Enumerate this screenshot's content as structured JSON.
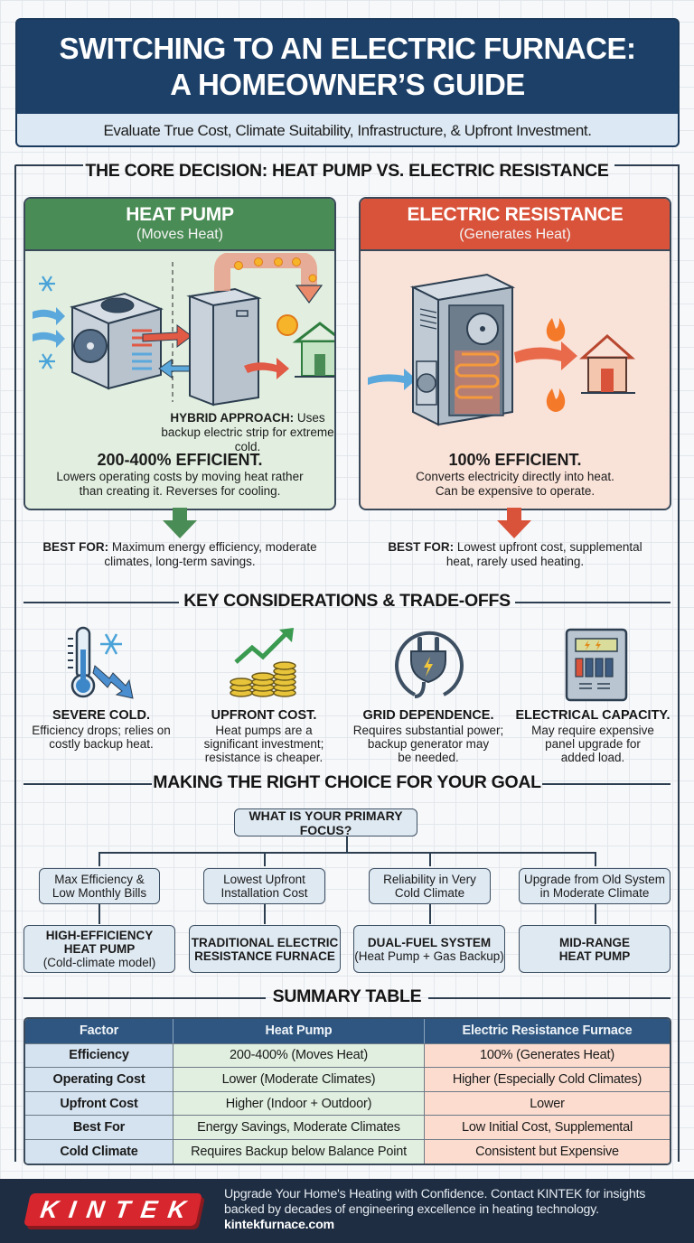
{
  "header": {
    "title_line1": "SWITCHING TO AN ELECTRIC FURNACE:",
    "title_line2": "A HOMEOWNER’S GUIDE",
    "subtitle": "Evaluate True Cost, Climate Suitability, Infrastructure, & Upfront Investment."
  },
  "core_decision": {
    "section_title": "THE CORE DECISION: HEAT PUMP VS. ELECTRIC RESISTANCE",
    "heat_pump": {
      "title": "HEAT PUMP",
      "subtitle": "(Moves Heat)",
      "hybrid_label": "HYBRID APPROACH:",
      "hybrid_text": " Uses backup electric strip for extreme cold.",
      "efficiency": "200-400% EFFICIENT.",
      "efficiency_desc_1": "Lowers operating costs by moving heat rather",
      "efficiency_desc_2": "than creating it. Reverses for cooling.",
      "best_for_label": "BEST FOR:",
      "best_for_text_1": " Maximum energy efficiency, moderate",
      "best_for_text_2": "climates, long-term savings.",
      "color": "#4a8c55"
    },
    "electric_resistance": {
      "title": "ELECTRIC RESISTANCE",
      "subtitle": "(Generates Heat)",
      "efficiency": "100% EFFICIENT.",
      "efficiency_desc_1": "Converts electricity directly into heat.",
      "efficiency_desc_2": "Can be expensive to operate.",
      "best_for_label": "BEST FOR:",
      "best_for_text_1": " Lowest upfront cost, supplemental",
      "best_for_text_2": "heat, rarely used heating.",
      "color": "#d9533b"
    }
  },
  "considerations": {
    "section_title": "KEY CONSIDERATIONS & TRADE-OFFS",
    "items": [
      {
        "icon": "thermometer-snowflake-icon",
        "title": "SEVERE COLD.",
        "desc_1": "Efficiency drops; relies on",
        "desc_2": "costly backup heat.",
        "desc_3": ""
      },
      {
        "icon": "coins-trend-icon",
        "title": "UPFRONT COST.",
        "desc_1": "Heat pumps are a",
        "desc_2": "significant investment;",
        "desc_3": "resistance is cheaper."
      },
      {
        "icon": "plug-icon",
        "title": "GRID DEPENDENCE.",
        "desc_1": "Requires substantial power;",
        "desc_2": "backup generator may",
        "desc_3": "be needed."
      },
      {
        "icon": "electrical-panel-icon",
        "title": "ELECTRICAL CAPACITY.",
        "desc_1": "May require expensive",
        "desc_2": "panel upgrade for",
        "desc_3": "added load."
      }
    ]
  },
  "flowchart": {
    "section_title": "MAKING THE RIGHT CHOICE FOR YOUR GOAL",
    "question": "WHAT IS YOUR PRIMARY FOCUS?",
    "branches": [
      {
        "goal_1": "Max Efficiency &",
        "goal_2": "Low Monthly Bills",
        "result_1": "HIGH-EFFICIENCY",
        "result_2": "HEAT PUMP",
        "result_note": "(Cold-climate model)"
      },
      {
        "goal_1": "Lowest Upfront",
        "goal_2": "Installation Cost",
        "result_1": "TRADITIONAL ELECTRIC",
        "result_2": "RESISTANCE FURNACE",
        "result_note": ""
      },
      {
        "goal_1": "Reliability in Very",
        "goal_2": "Cold Climate",
        "result_1": "DUAL-FUEL SYSTEM",
        "result_2": "",
        "result_note": "(Heat Pump + Gas Backup)"
      },
      {
        "goal_1": "Upgrade from Old System",
        "goal_2": "in Moderate Climate",
        "result_1": "MID-RANGE",
        "result_2": "HEAT PUMP",
        "result_note": ""
      }
    ]
  },
  "summary_table": {
    "section_title": "SUMMARY TABLE",
    "columns": [
      "Factor",
      "Heat Pump",
      "Electric Resistance Furnace"
    ],
    "rows": [
      [
        "Efficiency",
        "200-400% (Moves Heat)",
        "100% (Generates Heat)"
      ],
      [
        "Operating Cost",
        "Lower (Moderate Climates)",
        "Higher (Especially Cold Climates)"
      ],
      [
        "Upfront Cost",
        "Higher (Indoor + Outdoor)",
        "Lower"
      ],
      [
        "Best For",
        "Energy Savings, Moderate Climates",
        "Low Initial Cost, Supplemental"
      ],
      [
        "Cold Climate",
        "Requires Backup below Balance Point",
        "Consistent but Expensive"
      ]
    ]
  },
  "footer": {
    "logo": "KINTEK",
    "text_1": "Upgrade Your Home's Heating with Confidence. Contact KINTEK for insights",
    "text_2": "backed by decades of engineering excellence in heating technology.",
    "url": "kintekfurnace.com"
  }
}
